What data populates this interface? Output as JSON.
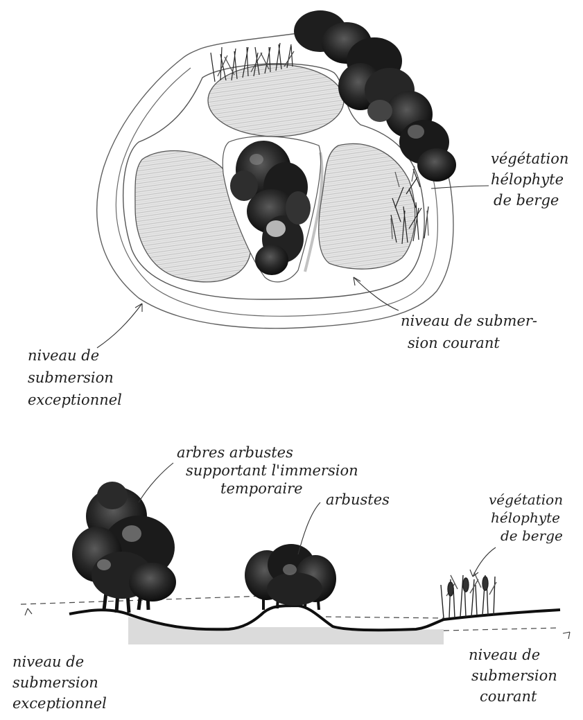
{
  "plan": {
    "label_vegetation": [
      "végétation",
      "hélophyte",
      "de berge"
    ],
    "label_courant": [
      "niveau de submer-",
      "sion courant"
    ],
    "label_exceptionnel": [
      "niveau de",
      "submersion",
      "exceptionnel"
    ]
  },
  "section": {
    "label_trees": [
      "arbres arbustes",
      "supportant l'immersion",
      "temporaire"
    ],
    "label_shrubs": [
      "arbustes"
    ],
    "label_vegetation": [
      "végétation",
      "hélophyte",
      "de berge"
    ],
    "label_exceptionnel": [
      "niveau de",
      "submersion",
      "exceptionnel"
    ],
    "label_courant": [
      "niveau de",
      "submersion",
      "courant"
    ]
  }
}
